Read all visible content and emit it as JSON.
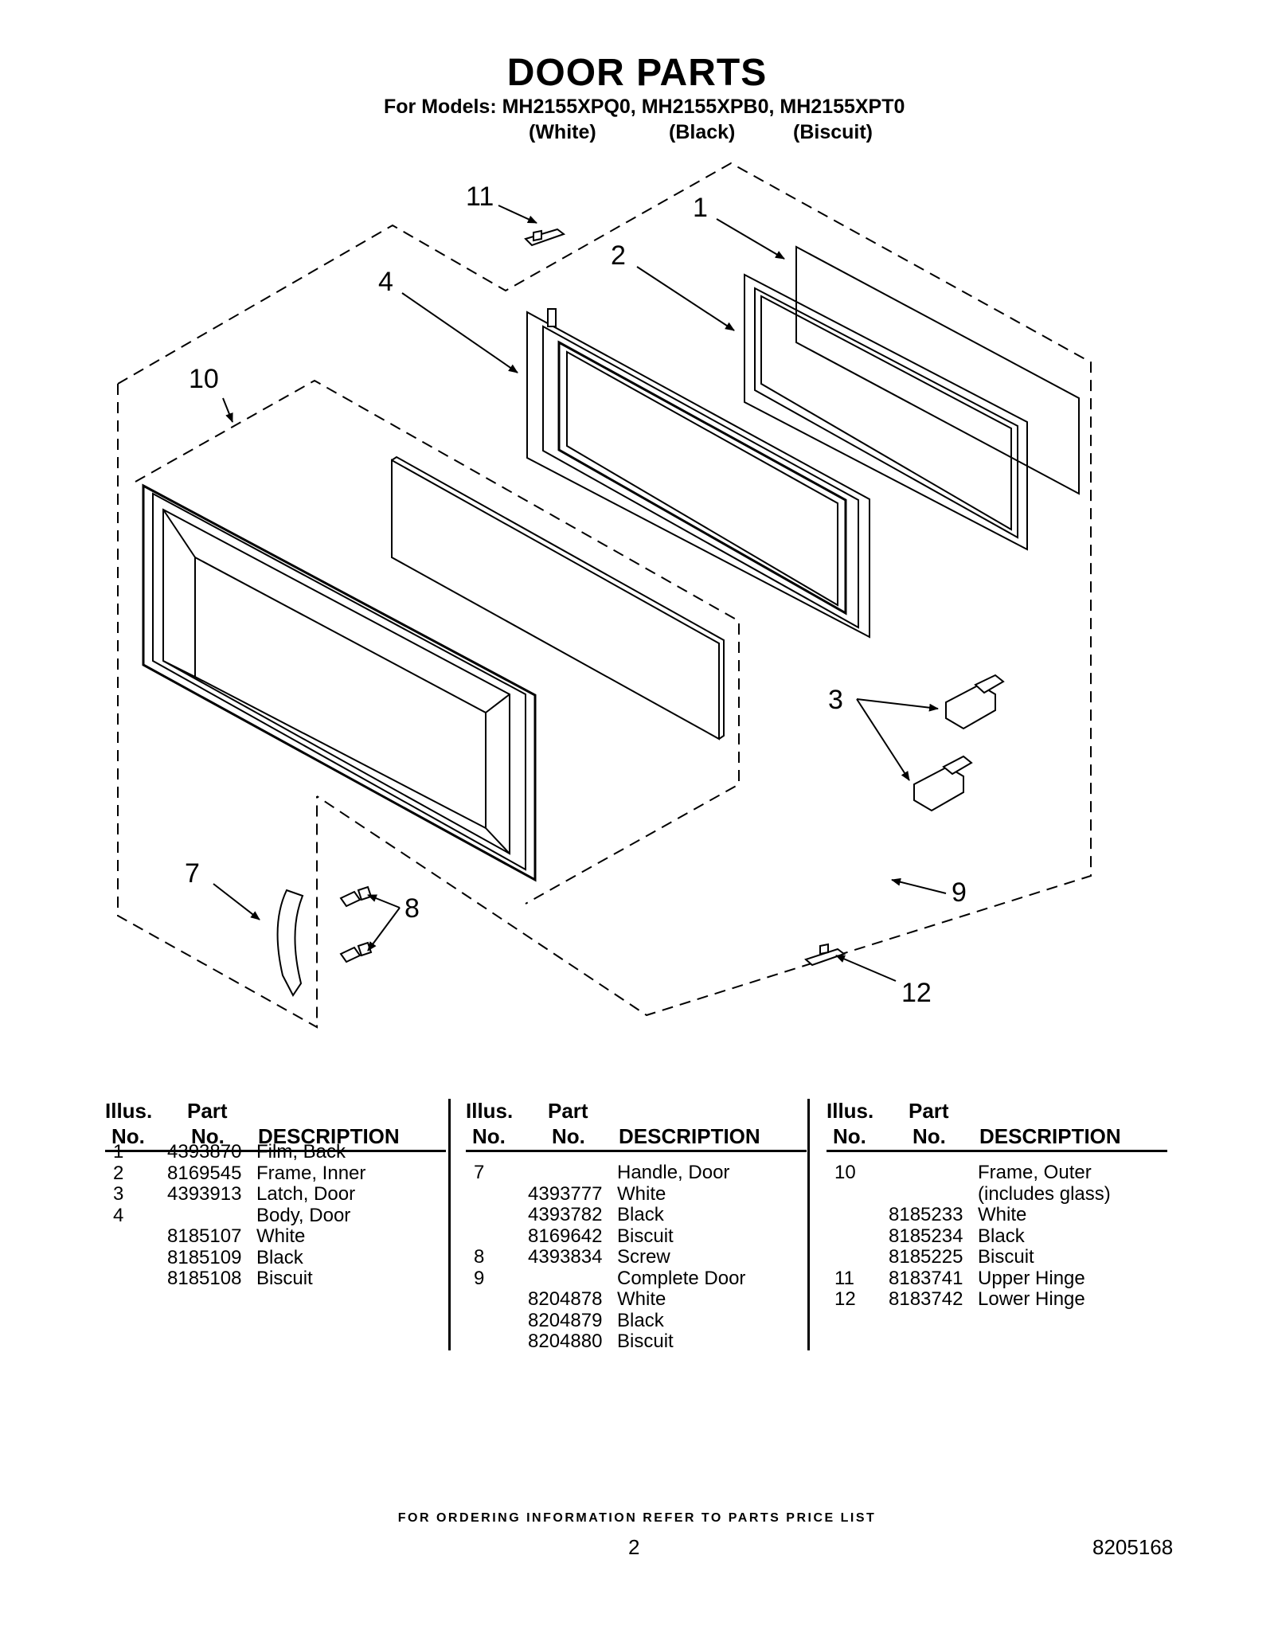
{
  "header": {
    "title": "DOOR PARTS",
    "models": "For Models: MH2155XPQ0, MH2155XPB0, MH2155XPT0",
    "colors": [
      "(White)",
      "(Black)",
      "(Biscuit)"
    ]
  },
  "diagram": {
    "callouts": [
      "11",
      "1",
      "2",
      "4",
      "10",
      "3",
      "7",
      "8",
      "9",
      "12"
    ]
  },
  "table": {
    "headers": {
      "illus_1": "Illus.",
      "illus_2": "No.",
      "part_1": "Part",
      "part_2": "No.",
      "desc": "DESCRIPTION"
    },
    "columns": [
      {
        "rows": [
          {
            "illus": "1",
            "part": "4393870",
            "desc": "Film, Back"
          },
          {
            "illus": "2",
            "part": "8169545",
            "desc": "Frame, Inner"
          },
          {
            "illus": "3",
            "part": "4393913",
            "desc": "Latch, Door"
          },
          {
            "illus": "4",
            "part": "",
            "desc": "Body, Door"
          },
          {
            "illus": "",
            "part": "8185107",
            "desc": "White"
          },
          {
            "illus": "",
            "part": "8185109",
            "desc": "Black"
          },
          {
            "illus": "",
            "part": "8185108",
            "desc": "Biscuit"
          }
        ]
      },
      {
        "rows": [
          {
            "illus": "7",
            "part": "",
            "desc": "Handle, Door"
          },
          {
            "illus": "",
            "part": "4393777",
            "desc": "White"
          },
          {
            "illus": "",
            "part": "4393782",
            "desc": "Black"
          },
          {
            "illus": "",
            "part": "8169642",
            "desc": "Biscuit"
          },
          {
            "illus": "8",
            "part": "4393834",
            "desc": "Screw"
          },
          {
            "illus": "9",
            "part": "",
            "desc": "Complete Door"
          },
          {
            "illus": "",
            "part": "8204878",
            "desc": "White"
          },
          {
            "illus": "",
            "part": "8204879",
            "desc": "Black"
          },
          {
            "illus": "",
            "part": "8204880",
            "desc": "Biscuit"
          }
        ]
      },
      {
        "rows": [
          {
            "illus": "10",
            "part": "",
            "desc": "Frame, Outer"
          },
          {
            "illus": "",
            "part": "",
            "desc": "(includes glass)"
          },
          {
            "illus": "",
            "part": "8185233",
            "desc": "White"
          },
          {
            "illus": "",
            "part": "8185234",
            "desc": "Black"
          },
          {
            "illus": "",
            "part": "8185225",
            "desc": "Biscuit"
          },
          {
            "illus": "11",
            "part": "8183741",
            "desc": "Upper Hinge"
          },
          {
            "illus": "12",
            "part": "8183742",
            "desc": "Lower Hinge"
          }
        ]
      }
    ]
  },
  "footer": {
    "ordering_note": "FOR ORDERING INFORMATION REFER TO PARTS PRICE LIST",
    "page_number": "2",
    "doc_number": "8205168"
  }
}
